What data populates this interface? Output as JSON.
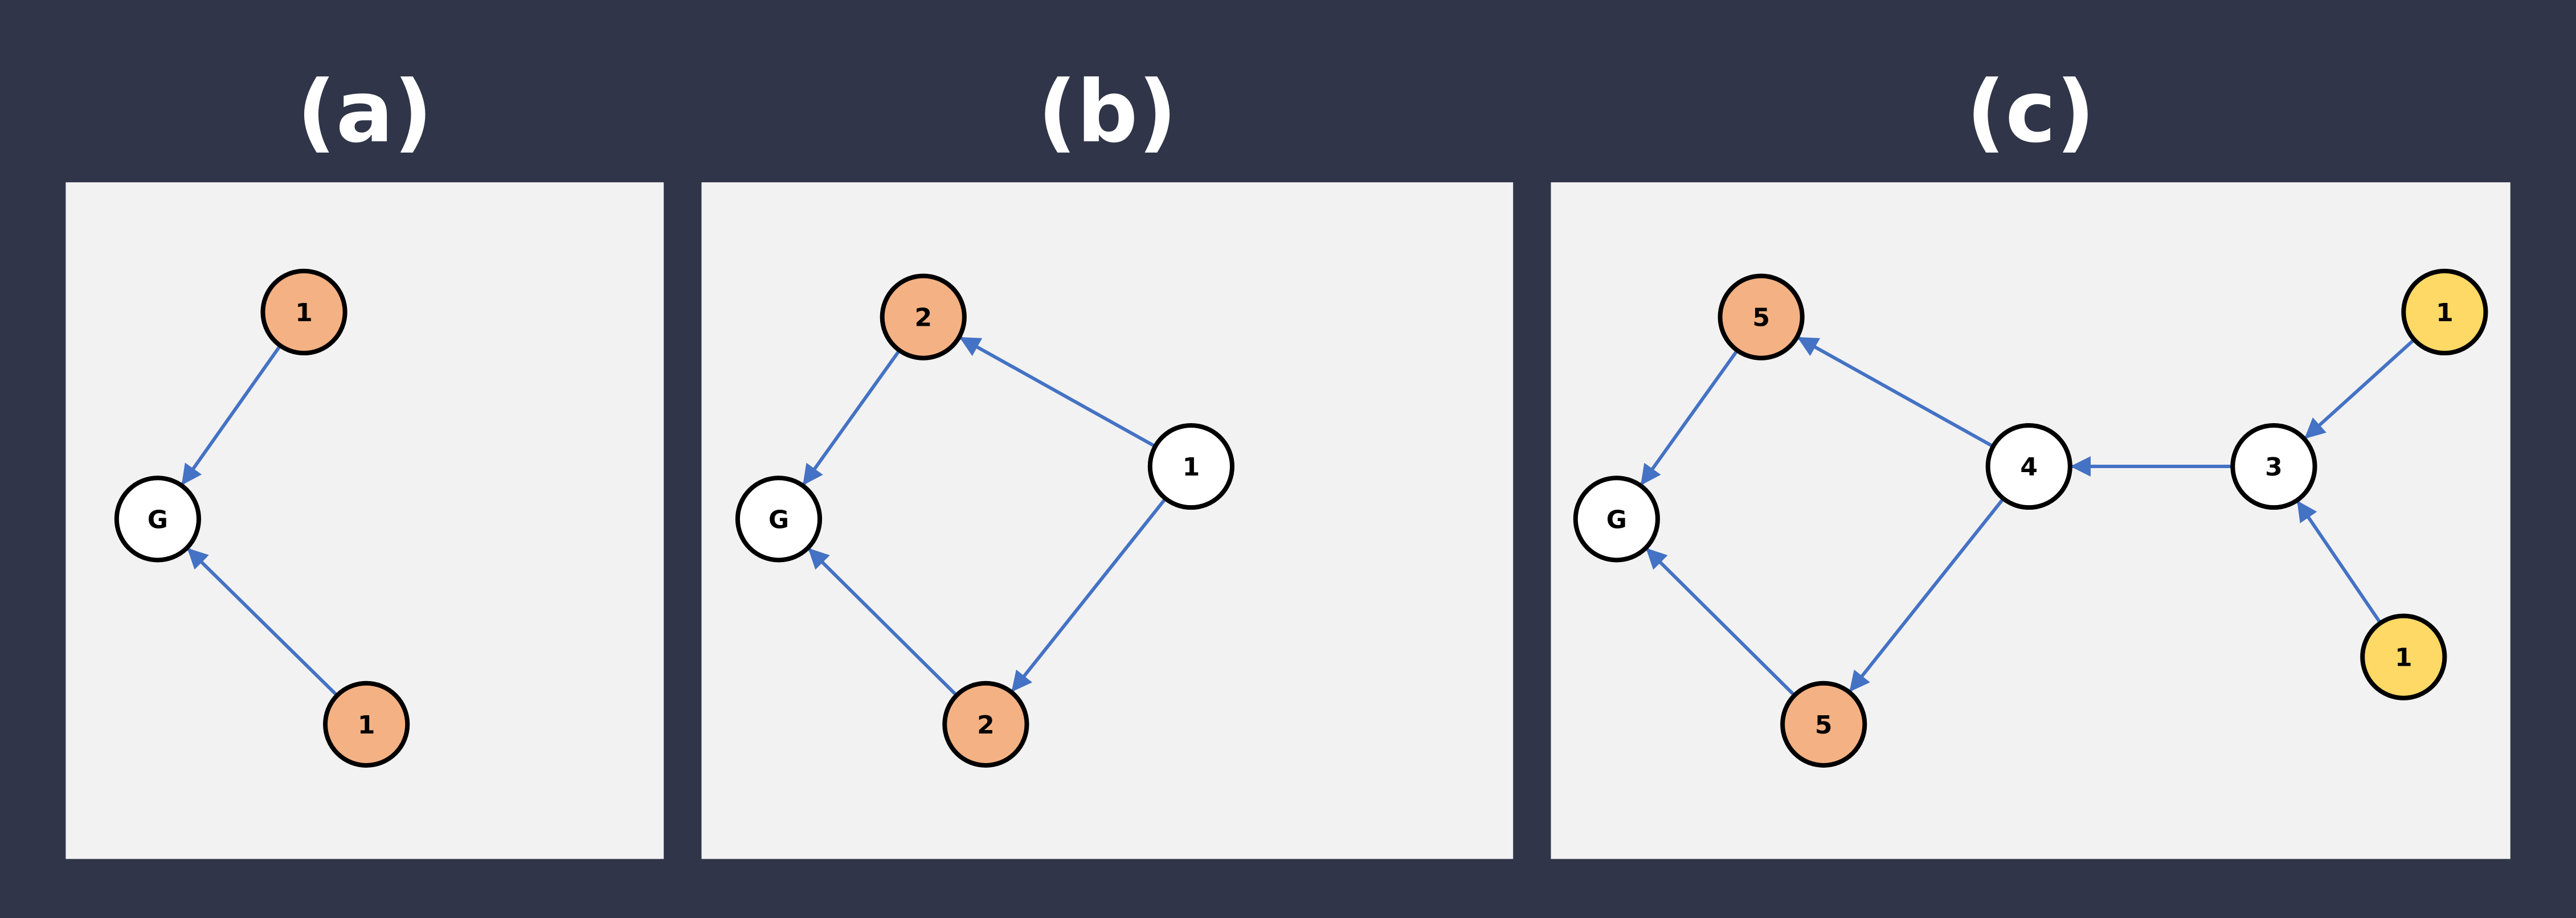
{
  "colors": {
    "background": "#303549",
    "panel": "#f2f2f2",
    "orange": "#f4b183",
    "yellow": "#ffd966",
    "white": "#ffffff",
    "edge": "#4472c4"
  },
  "panels": [
    {
      "title": "(a)",
      "nodes": [
        {
          "id": "a1",
          "label": "1",
          "color": "orange"
        },
        {
          "id": "aG",
          "label": "G",
          "color": "white"
        },
        {
          "id": "a2",
          "label": "1",
          "color": "orange"
        }
      ],
      "edges": [
        [
          "a1",
          "aG"
        ],
        [
          "a2",
          "aG"
        ]
      ]
    },
    {
      "title": "(b)",
      "nodes": [
        {
          "id": "b2t",
          "label": "2",
          "color": "orange"
        },
        {
          "id": "bG",
          "label": "G",
          "color": "white"
        },
        {
          "id": "b1",
          "label": "1",
          "color": "white"
        },
        {
          "id": "b2b",
          "label": "2",
          "color": "orange"
        }
      ],
      "edges": [
        [
          "b2t",
          "bG"
        ],
        [
          "b1",
          "b2t"
        ],
        [
          "b1",
          "b2b"
        ],
        [
          "b2b",
          "bG"
        ]
      ]
    },
    {
      "title": "(c)",
      "nodes": [
        {
          "id": "c5t",
          "label": "5",
          "color": "orange"
        },
        {
          "id": "cG",
          "label": "G",
          "color": "white"
        },
        {
          "id": "c4",
          "label": "4",
          "color": "white"
        },
        {
          "id": "c3",
          "label": "3",
          "color": "white"
        },
        {
          "id": "c1t",
          "label": "1",
          "color": "yellow"
        },
        {
          "id": "c1b",
          "label": "1",
          "color": "yellow"
        },
        {
          "id": "c5b",
          "label": "5",
          "color": "orange"
        }
      ],
      "edges": [
        [
          "c5t",
          "cG"
        ],
        [
          "c4",
          "c5t"
        ],
        [
          "c4",
          "c5b"
        ],
        [
          "c5b",
          "cG"
        ],
        [
          "c3",
          "c4"
        ],
        [
          "c1t",
          "c3"
        ],
        [
          "c1b",
          "c3"
        ]
      ]
    }
  ]
}
